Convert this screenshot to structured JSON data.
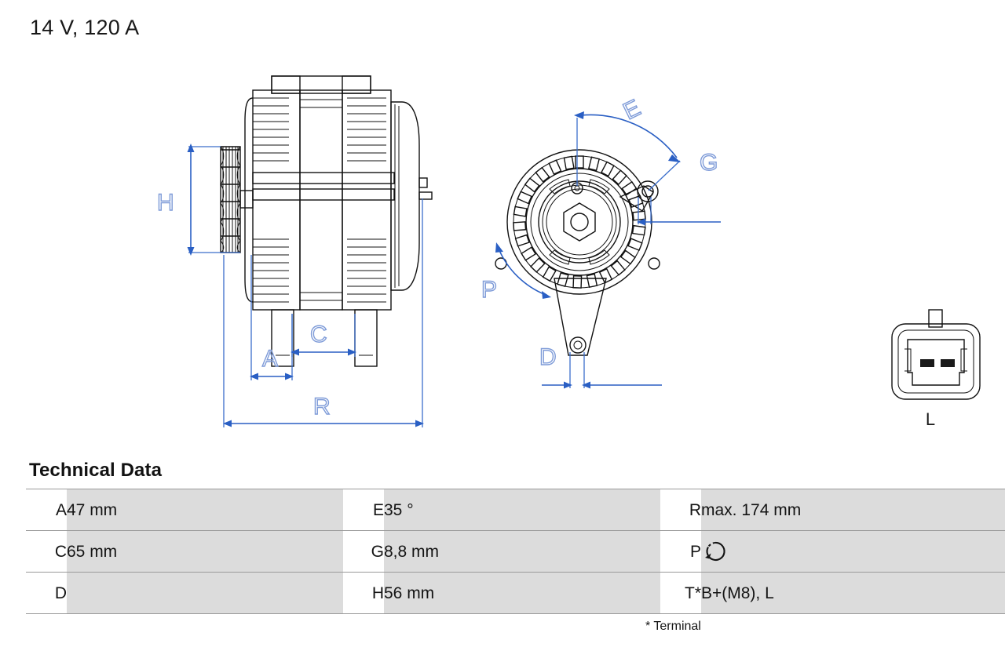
{
  "title": "14 V, 120 A",
  "drawing": {
    "side_view": {
      "name": "alternator-side-view",
      "dimension_labels": [
        "H",
        "A",
        "C",
        "R"
      ]
    },
    "front_view": {
      "name": "alternator-front-view",
      "dimension_labels": [
        "E",
        "G",
        "P",
        "D"
      ]
    },
    "connector_view": {
      "name": "plug-connector-view",
      "label": "L"
    }
  },
  "tech": {
    "heading": "Technical Data",
    "rows": [
      {
        "k1": "A",
        "v1": "47 mm",
        "k2": "E",
        "v2": "35 °",
        "k3": "R",
        "v3": "max. 174 mm"
      },
      {
        "k1": "C",
        "v1": "65 mm",
        "k2": "G",
        "v2": "8,8 mm",
        "k3": "P",
        "v3": ""
      },
      {
        "k1": "D",
        "v1": "",
        "k2": "H",
        "v2": "56 mm",
        "k3": "T*",
        "v3": "B+(M8), L"
      }
    ],
    "p_icon": "rotation-ccw-icon",
    "footnote": "* Terminal"
  },
  "colors": {
    "dimension_line": "#2a5fc4",
    "dimension_label": "#7e9bd8",
    "part_outline": "#111111",
    "table_value_bg": "#dcdcdc",
    "table_rule": "#9a9a9a"
  }
}
